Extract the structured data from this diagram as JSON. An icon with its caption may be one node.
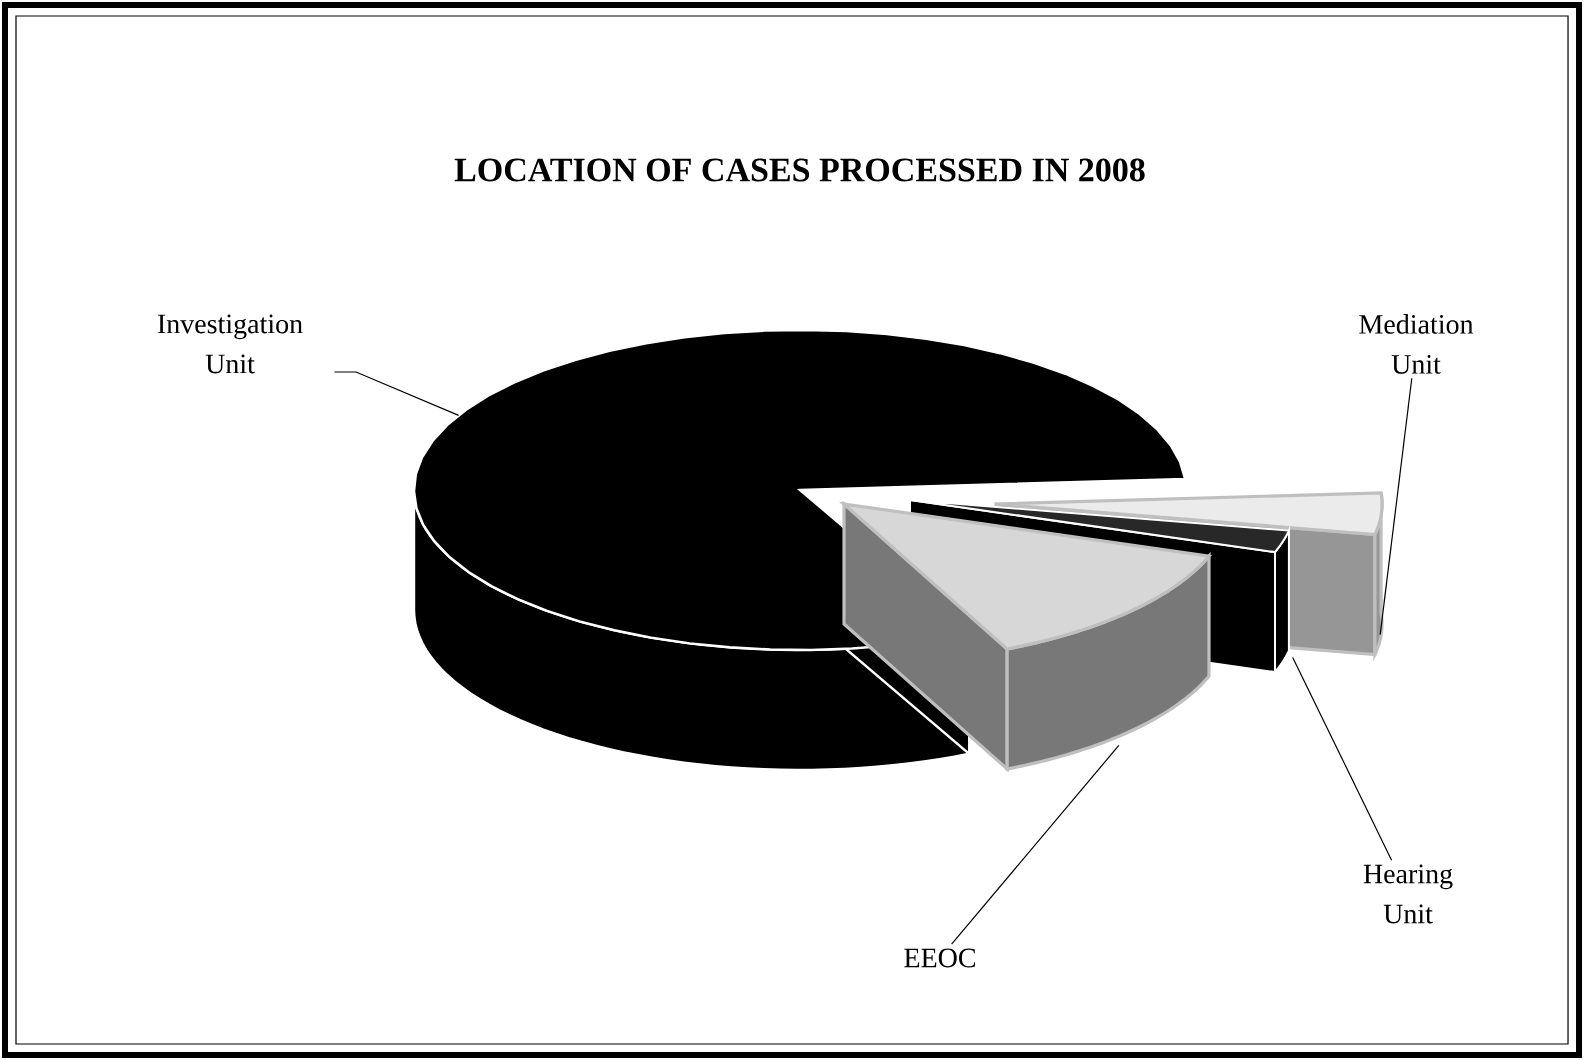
{
  "diagram": {
    "title": "LOCATION OF CASES PROCESSED IN 2008",
    "nodes": [
      {
        "text": [
          "Investigation Unit"
        ]
      },
      {
        "text": [
          "Mediation Unit"
        ]
      },
      {
        "text": [],
        "shape": "wedge"
      },
      {
        "text": [],
        "shape": "wedge"
      },
      {
        "text": [],
        "shape": "wedge"
      },
      {
        "text": [],
        "shape": "wedge"
      },
      {
        "text": [
          "EEOC"
        ]
      },
      {
        "text": [
          "Hearing Unit"
        ]
      }
    ],
    "edges": [
      {
        "from": 0,
        "to": 2,
        "arrow": "none"
      },
      {
        "from": 1,
        "to": 3,
        "arrow": "none"
      },
      {
        "from": 7,
        "to": 4,
        "arrow": "none"
      },
      {
        "from": 6,
        "to": 5,
        "arrow": "none"
      }
    ]
  }
}
